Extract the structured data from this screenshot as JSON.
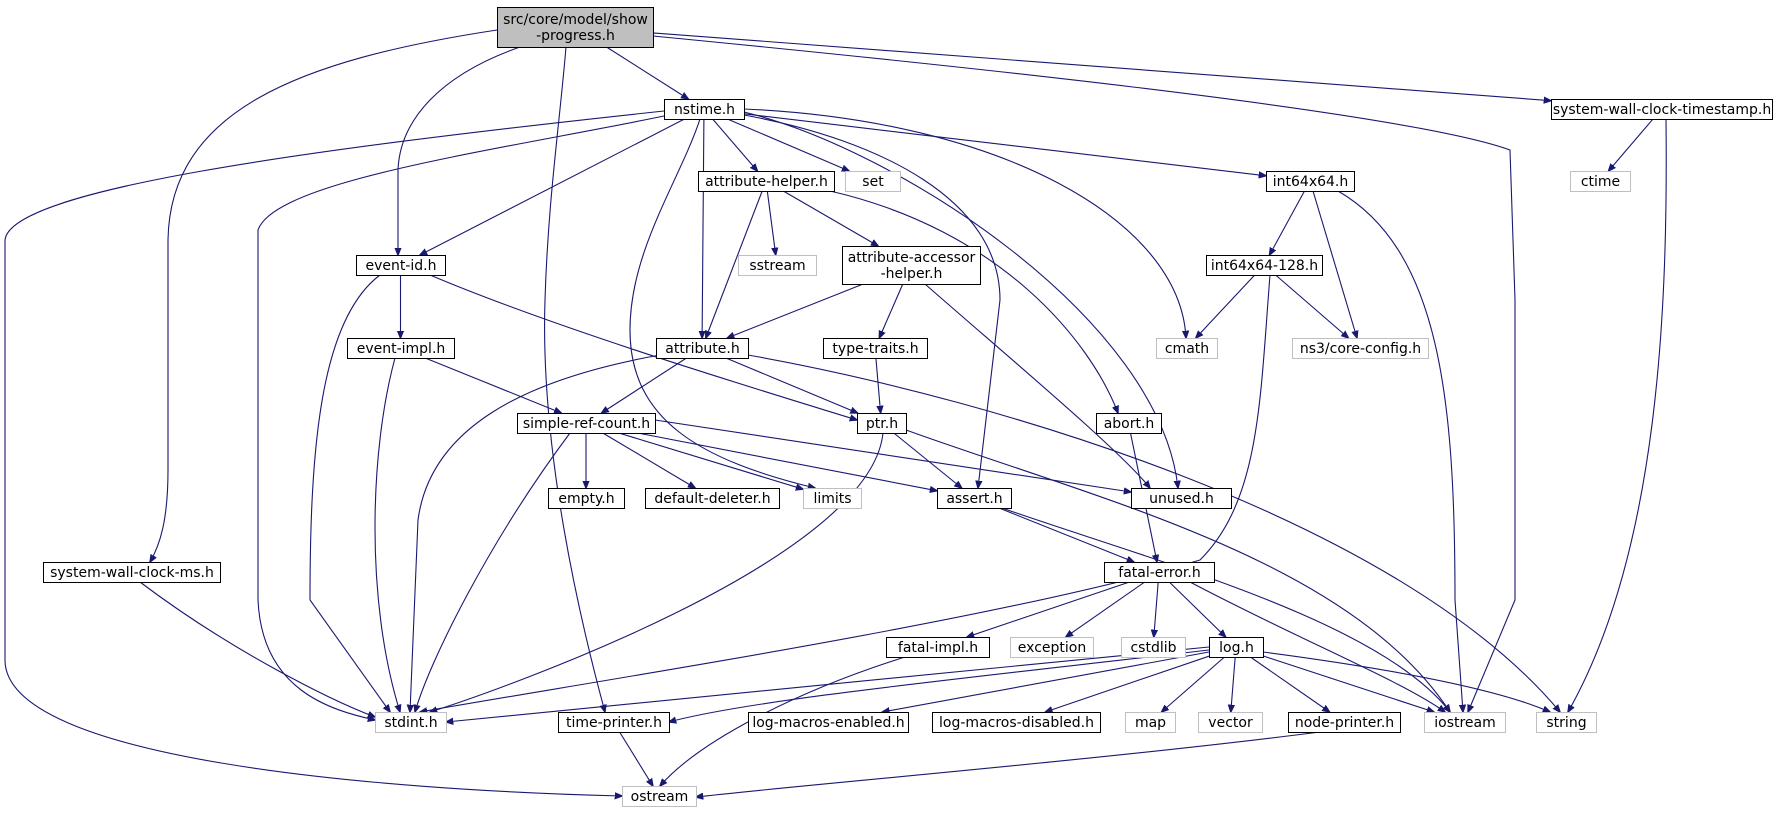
{
  "title": "src/core/model/show-progress.h",
  "colors": {
    "edge": "#191970",
    "root_fill": "#bfbfbf",
    "node_border": "#000000",
    "external_border": "#bfbfbf",
    "background": "#ffffff"
  },
  "nodes": [
    {
      "id": "show-progress",
      "label": [
        "src/core/model/show",
        "-progress.h"
      ],
      "kind": "root"
    },
    {
      "id": "nstime",
      "label": [
        "nstime.h"
      ],
      "kind": "file"
    },
    {
      "id": "swc-timestamp",
      "label": [
        "system-wall-clock-timestamp.h"
      ],
      "kind": "file"
    },
    {
      "id": "ctime",
      "label": [
        "ctime"
      ],
      "kind": "external"
    },
    {
      "id": "attribute-helper",
      "label": [
        "attribute-helper.h"
      ],
      "kind": "file"
    },
    {
      "id": "set",
      "label": [
        "set"
      ],
      "kind": "external"
    },
    {
      "id": "int64x64",
      "label": [
        "int64x64.h"
      ],
      "kind": "file"
    },
    {
      "id": "event-id",
      "label": [
        "event-id.h"
      ],
      "kind": "file"
    },
    {
      "id": "sstream",
      "label": [
        "sstream"
      ],
      "kind": "external"
    },
    {
      "id": "attribute-accessor-helper",
      "label": [
        "attribute-accessor",
        "-helper.h"
      ],
      "kind": "file"
    },
    {
      "id": "int64x64-128",
      "label": [
        "int64x64-128.h"
      ],
      "kind": "file"
    },
    {
      "id": "event-impl",
      "label": [
        "event-impl.h"
      ],
      "kind": "file"
    },
    {
      "id": "attribute",
      "label": [
        "attribute.h"
      ],
      "kind": "file"
    },
    {
      "id": "type-traits",
      "label": [
        "type-traits.h"
      ],
      "kind": "file"
    },
    {
      "id": "cmath",
      "label": [
        "cmath"
      ],
      "kind": "external"
    },
    {
      "id": "core-config",
      "label": [
        "ns3/core-config.h"
      ],
      "kind": "external"
    },
    {
      "id": "simple-ref-count",
      "label": [
        "simple-ref-count.h"
      ],
      "kind": "file"
    },
    {
      "id": "ptr",
      "label": [
        "ptr.h"
      ],
      "kind": "file"
    },
    {
      "id": "abort",
      "label": [
        "abort.h"
      ],
      "kind": "file"
    },
    {
      "id": "empty",
      "label": [
        "empty.h"
      ],
      "kind": "file"
    },
    {
      "id": "default-deleter",
      "label": [
        "default-deleter.h"
      ],
      "kind": "file"
    },
    {
      "id": "limits",
      "label": [
        "limits"
      ],
      "kind": "external"
    },
    {
      "id": "assert",
      "label": [
        "assert.h"
      ],
      "kind": "file"
    },
    {
      "id": "unused",
      "label": [
        "unused.h"
      ],
      "kind": "file"
    },
    {
      "id": "swc-ms",
      "label": [
        "system-wall-clock-ms.h"
      ],
      "kind": "file"
    },
    {
      "id": "fatal-error",
      "label": [
        "fatal-error.h"
      ],
      "kind": "file"
    },
    {
      "id": "fatal-impl",
      "label": [
        "fatal-impl.h"
      ],
      "kind": "file"
    },
    {
      "id": "exception",
      "label": [
        "exception"
      ],
      "kind": "external"
    },
    {
      "id": "cstdlib",
      "label": [
        "cstdlib"
      ],
      "kind": "external"
    },
    {
      "id": "log",
      "label": [
        "log.h"
      ],
      "kind": "file"
    },
    {
      "id": "stdint",
      "label": [
        "stdint.h"
      ],
      "kind": "external"
    },
    {
      "id": "time-printer",
      "label": [
        "time-printer.h"
      ],
      "kind": "file"
    },
    {
      "id": "log-macros-enabled",
      "label": [
        "log-macros-enabled.h"
      ],
      "kind": "file"
    },
    {
      "id": "log-macros-disabled",
      "label": [
        "log-macros-disabled.h"
      ],
      "kind": "file"
    },
    {
      "id": "map",
      "label": [
        "map"
      ],
      "kind": "external"
    },
    {
      "id": "vector",
      "label": [
        "vector"
      ],
      "kind": "external"
    },
    {
      "id": "node-printer",
      "label": [
        "node-printer.h"
      ],
      "kind": "file"
    },
    {
      "id": "iostream",
      "label": [
        "iostream"
      ],
      "kind": "external"
    },
    {
      "id": "string",
      "label": [
        "string"
      ],
      "kind": "external"
    },
    {
      "id": "ostream",
      "label": [
        "ostream"
      ],
      "kind": "external"
    }
  ],
  "edges": [
    [
      "show-progress",
      "nstime"
    ],
    [
      "show-progress",
      "swc-timestamp"
    ],
    [
      "show-progress",
      "event-id"
    ],
    [
      "show-progress",
      "swc-ms"
    ],
    [
      "show-progress",
      "time-printer"
    ],
    [
      "show-progress",
      "iostream"
    ],
    [
      "nstime",
      "attribute-helper"
    ],
    [
      "nstime",
      "set"
    ],
    [
      "nstime",
      "int64x64"
    ],
    [
      "nstime",
      "event-id"
    ],
    [
      "nstime",
      "attribute"
    ],
    [
      "nstime",
      "cmath"
    ],
    [
      "nstime",
      "limits"
    ],
    [
      "nstime",
      "assert"
    ],
    [
      "nstime",
      "unused"
    ],
    [
      "nstime",
      "stdint"
    ],
    [
      "nstime",
      "ostream"
    ],
    [
      "swc-timestamp",
      "ctime"
    ],
    [
      "swc-timestamp",
      "string"
    ],
    [
      "attribute-helper",
      "sstream"
    ],
    [
      "attribute-helper",
      "attribute-accessor-helper"
    ],
    [
      "attribute-helper",
      "attribute"
    ],
    [
      "attribute-helper",
      "abort"
    ],
    [
      "int64x64",
      "int64x64-128"
    ],
    [
      "int64x64",
      "core-config"
    ],
    [
      "int64x64",
      "iostream"
    ],
    [
      "event-id",
      "event-impl"
    ],
    [
      "event-id",
      "ptr"
    ],
    [
      "event-id",
      "stdint"
    ],
    [
      "attribute-accessor-helper",
      "attribute"
    ],
    [
      "attribute-accessor-helper",
      "type-traits"
    ],
    [
      "attribute-accessor-helper",
      "unused"
    ],
    [
      "int64x64-128",
      "cmath"
    ],
    [
      "int64x64-128",
      "core-config"
    ],
    [
      "int64x64-128",
      "stdint"
    ],
    [
      "event-impl",
      "simple-ref-count"
    ],
    [
      "event-impl",
      "stdint"
    ],
    [
      "attribute",
      "simple-ref-count"
    ],
    [
      "attribute",
      "ptr"
    ],
    [
      "attribute",
      "string"
    ],
    [
      "attribute",
      "stdint"
    ],
    [
      "type-traits",
      "ptr"
    ],
    [
      "simple-ref-count",
      "empty"
    ],
    [
      "simple-ref-count",
      "default-deleter"
    ],
    [
      "simple-ref-count",
      "limits"
    ],
    [
      "simple-ref-count",
      "assert"
    ],
    [
      "simple-ref-count",
      "unused"
    ],
    [
      "simple-ref-count",
      "stdint"
    ],
    [
      "ptr",
      "assert"
    ],
    [
      "ptr",
      "iostream"
    ],
    [
      "ptr",
      "stdint"
    ],
    [
      "abort",
      "fatal-error"
    ],
    [
      "assert",
      "fatal-error"
    ],
    [
      "assert",
      "iostream"
    ],
    [
      "swc-ms",
      "stdint"
    ],
    [
      "fatal-error",
      "fatal-impl"
    ],
    [
      "fatal-error",
      "exception"
    ],
    [
      "fatal-error",
      "cstdlib"
    ],
    [
      "fatal-error",
      "log"
    ],
    [
      "fatal-error",
      "iostream"
    ],
    [
      "fatal-impl",
      "ostream"
    ],
    [
      "log",
      "stdint"
    ],
    [
      "log",
      "time-printer"
    ],
    [
      "log",
      "log-macros-enabled"
    ],
    [
      "log",
      "log-macros-disabled"
    ],
    [
      "log",
      "map"
    ],
    [
      "log",
      "vector"
    ],
    [
      "log",
      "node-printer"
    ],
    [
      "log",
      "iostream"
    ],
    [
      "log",
      "string"
    ],
    [
      "time-printer",
      "ostream"
    ],
    [
      "node-printer",
      "ostream"
    ]
  ]
}
